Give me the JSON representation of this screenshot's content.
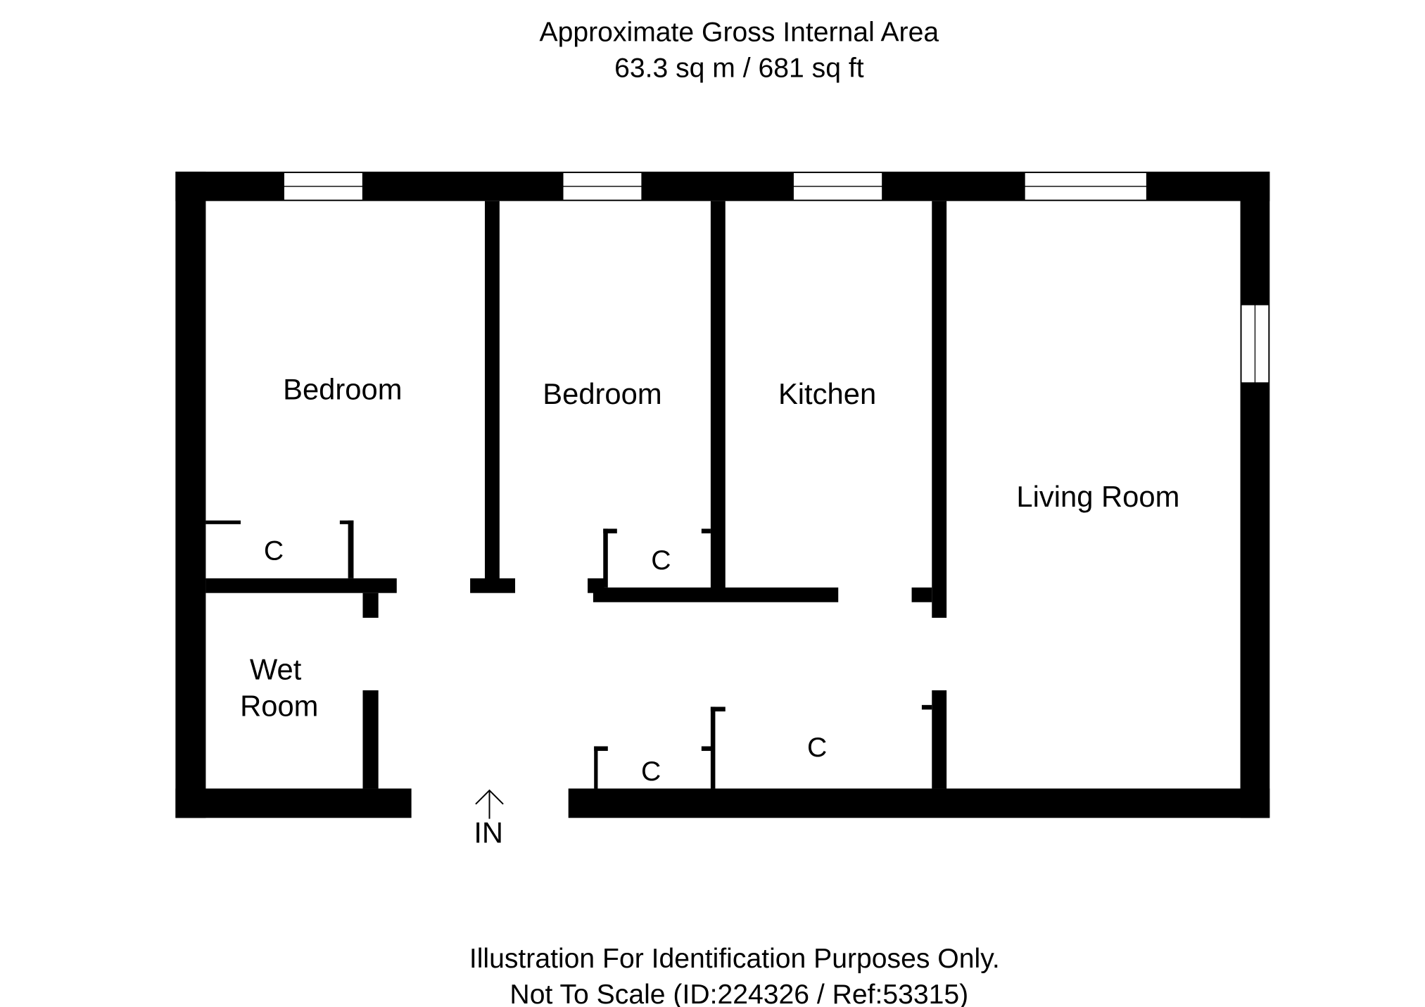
{
  "header": {
    "title": "Approximate Gross Internal Area",
    "area": "63.3 sq m / 681 sq ft"
  },
  "rooms": {
    "bedroom1": "Bedroom",
    "bedroom2": "Bedroom",
    "kitchen": "Kitchen",
    "living_room": "Living Room",
    "wet_room_line1": "Wet",
    "wet_room_line2": "Room",
    "cupboard1": "C",
    "cupboard2": "C",
    "cupboard3": "C",
    "cupboard4": "C"
  },
  "entrance": {
    "label": "IN",
    "icon": "arrow-up-icon"
  },
  "footer": {
    "line1": "Illustration For Identification Purposes Only.",
    "line2": "Not To Scale (ID:224326 / Ref:53315)"
  }
}
